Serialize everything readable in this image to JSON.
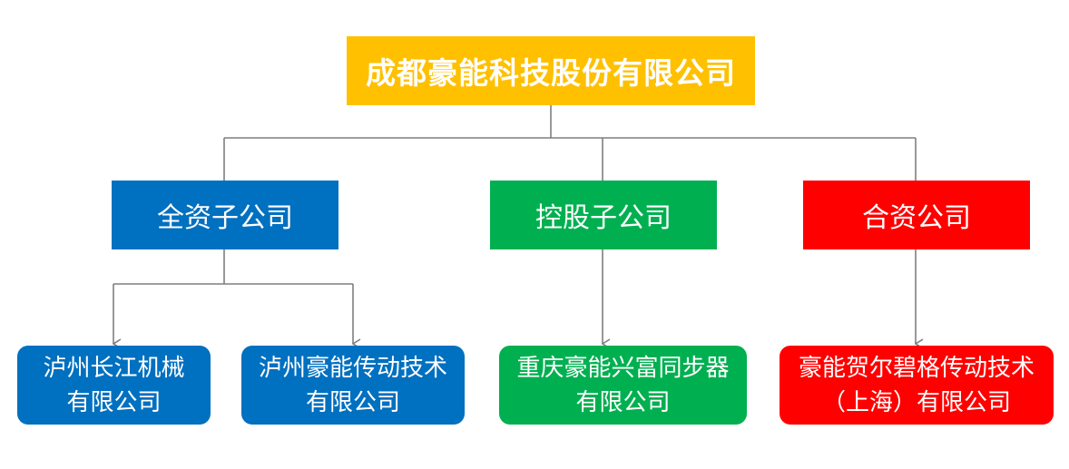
{
  "colors": {
    "root": "#FFC000",
    "wholly_owned": "#0070C0",
    "holding": "#00B050",
    "joint_venture": "#FF0000",
    "connector": "#7F7F7F"
  },
  "root": {
    "label": "成都豪能科技股份有限公司"
  },
  "categories": [
    {
      "key": "wholly_owned",
      "label": "全资子公司"
    },
    {
      "key": "holding",
      "label": "控股子公司"
    },
    {
      "key": "joint_venture",
      "label": "合资公司"
    }
  ],
  "subsidiaries": [
    {
      "category": "wholly_owned",
      "line1": "泸州长江机械",
      "line2": "有限公司"
    },
    {
      "category": "wholly_owned",
      "line1": "泸州豪能传动技术",
      "line2": "有限公司"
    },
    {
      "category": "holding",
      "line1": "重庆豪能兴富同步器",
      "line2": "有限公司"
    },
    {
      "category": "joint_venture",
      "line1": "豪能贺尔碧格传动技术",
      "line2": "（上海）有限公司"
    }
  ]
}
